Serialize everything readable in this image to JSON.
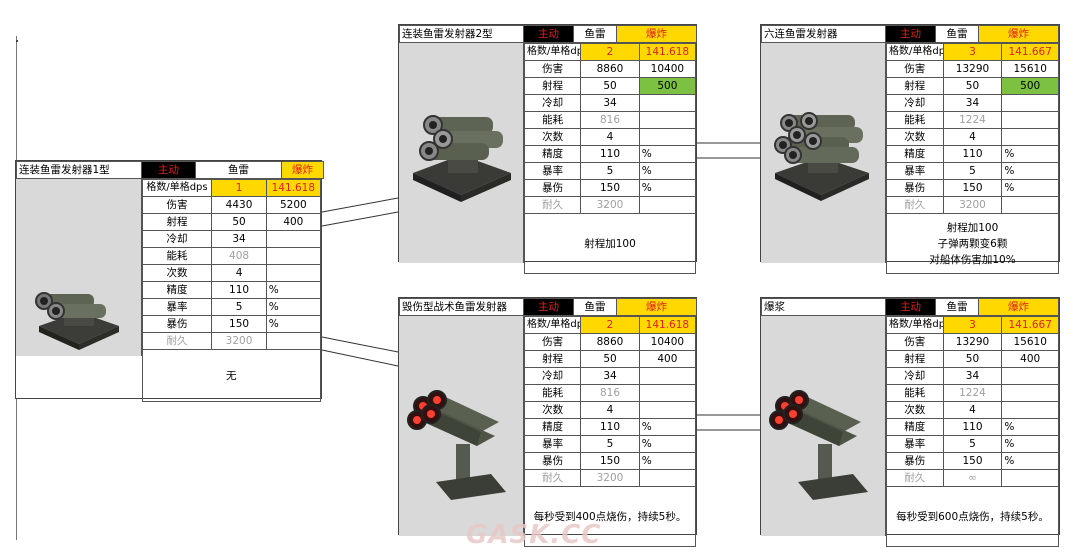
{
  "cards": [
    {
      "id": "card1",
      "name": "连装鱼雷发射器1型",
      "header": {
        "main": "主动",
        "col1": "鱼雷",
        "col2": "爆炸"
      },
      "rows": [
        {
          "label": "格数/单格dps",
          "v1": "1",
          "v2": "141.618"
        },
        {
          "label": "伤害",
          "v1": "4430",
          "v2": "5200"
        },
        {
          "label": "射程",
          "v1": "50",
          "v2": "400"
        },
        {
          "label": "冷却",
          "v1": "34",
          "v2": ""
        },
        {
          "label": "能耗",
          "v1": "408",
          "v2": ""
        },
        {
          "label": "次数",
          "v1": "4",
          "v2": ""
        },
        {
          "label": "精度",
          "v1": "110",
          "v2": "%"
        },
        {
          "label": "暴率",
          "v1": "5",
          "v2": "%"
        },
        {
          "label": "暴伤",
          "v1": "150",
          "v2": "%"
        },
        {
          "label": "耐久",
          "v1": "3200",
          "v2": ""
        }
      ],
      "note": [
        "无"
      ]
    },
    {
      "id": "card2",
      "name": "连装鱼雷发射器2型",
      "header": {
        "main": "主动",
        "col1": "鱼雷",
        "col2": "爆炸"
      },
      "rows": [
        {
          "label": "格数/单格dps",
          "v1": "2",
          "v2": "141.618"
        },
        {
          "label": "伤害",
          "v1": "8860",
          "v2": "10400"
        },
        {
          "label": "射程",
          "v1": "50",
          "v2": "500"
        },
        {
          "label": "冷却",
          "v1": "34",
          "v2": ""
        },
        {
          "label": "能耗",
          "v1": "816",
          "v2": ""
        },
        {
          "label": "次数",
          "v1": "4",
          "v2": ""
        },
        {
          "label": "精度",
          "v1": "110",
          "v2": "%"
        },
        {
          "label": "暴率",
          "v1": "5",
          "v2": "%"
        },
        {
          "label": "暴伤",
          "v1": "150",
          "v2": "%"
        },
        {
          "label": "耐久",
          "v1": "3200",
          "v2": ""
        }
      ],
      "note": [
        "射程加100"
      ]
    },
    {
      "id": "card3",
      "name": "六连鱼雷发射器",
      "header": {
        "main": "主动",
        "col1": "鱼雷",
        "col2": "爆炸"
      },
      "rows": [
        {
          "label": "格数/单格dps",
          "v1": "3",
          "v2": "141.667"
        },
        {
          "label": "伤害",
          "v1": "13290",
          "v2": "15610"
        },
        {
          "label": "射程",
          "v1": "50",
          "v2": "500"
        },
        {
          "label": "冷却",
          "v1": "34",
          "v2": ""
        },
        {
          "label": "能耗",
          "v1": "1224",
          "v2": ""
        },
        {
          "label": "次数",
          "v1": "4",
          "v2": ""
        },
        {
          "label": "精度",
          "v1": "110",
          "v2": "%"
        },
        {
          "label": "暴率",
          "v1": "5",
          "v2": "%"
        },
        {
          "label": "暴伤",
          "v1": "150",
          "v2": "%"
        },
        {
          "label": "耐久",
          "v1": "3200",
          "v2": ""
        }
      ],
      "note": [
        "射程加100",
        "子弹两颗变6颗",
        "对船体伤害加10%"
      ]
    },
    {
      "id": "card4",
      "name": "毁伤型战术鱼雷发射器",
      "header": {
        "main": "主动",
        "col1": "鱼雷",
        "col2": "爆炸"
      },
      "rows": [
        {
          "label": "格数/单格dps",
          "v1": "2",
          "v2": "141.618"
        },
        {
          "label": "伤害",
          "v1": "8860",
          "v2": "10400"
        },
        {
          "label": "射程",
          "v1": "50",
          "v2": "400"
        },
        {
          "label": "冷却",
          "v1": "34",
          "v2": ""
        },
        {
          "label": "能耗",
          "v1": "816",
          "v2": ""
        },
        {
          "label": "次数",
          "v1": "4",
          "v2": ""
        },
        {
          "label": "精度",
          "v1": "110",
          "v2": "%"
        },
        {
          "label": "暴率",
          "v1": "5",
          "v2": "%"
        },
        {
          "label": "暴伤",
          "v1": "150",
          "v2": "%"
        },
        {
          "label": "耐久",
          "v1": "3200",
          "v2": ""
        }
      ],
      "note": [
        "每秒受到400点烧伤，持续5秒。"
      ]
    },
    {
      "id": "card5",
      "name": "爆浆",
      "header": {
        "main": "主动",
        "col1": "鱼雷",
        "col2": "爆炸"
      },
      "rows": [
        {
          "label": "格数/单格dps",
          "v1": "3",
          "v2": "141.667"
        },
        {
          "label": "伤害",
          "v1": "13290",
          "v2": "15610"
        },
        {
          "label": "射程",
          "v1": "50",
          "v2": "400"
        },
        {
          "label": "冷却",
          "v1": "34",
          "v2": ""
        },
        {
          "label": "能耗",
          "v1": "1224",
          "v2": ""
        },
        {
          "label": "次数",
          "v1": "4",
          "v2": ""
        },
        {
          "label": "精度",
          "v1": "110",
          "v2": "%"
        },
        {
          "label": "暴率",
          "v1": "5",
          "v2": "%"
        },
        {
          "label": "暴伤",
          "v1": "150",
          "v2": "%"
        },
        {
          "label": "耐久",
          "v1": "∞",
          "v2": ""
        }
      ],
      "note": [
        "每秒受到600点烧伤，持续5秒。"
      ]
    }
  ],
  "watermark": "GASK.CC",
  "colors": {
    "active_bg": "#000000",
    "active_text": "#e02020",
    "highlight": "#ffd800",
    "upgrade": "#7cc142",
    "image_bg": "#d9d9d9"
  }
}
